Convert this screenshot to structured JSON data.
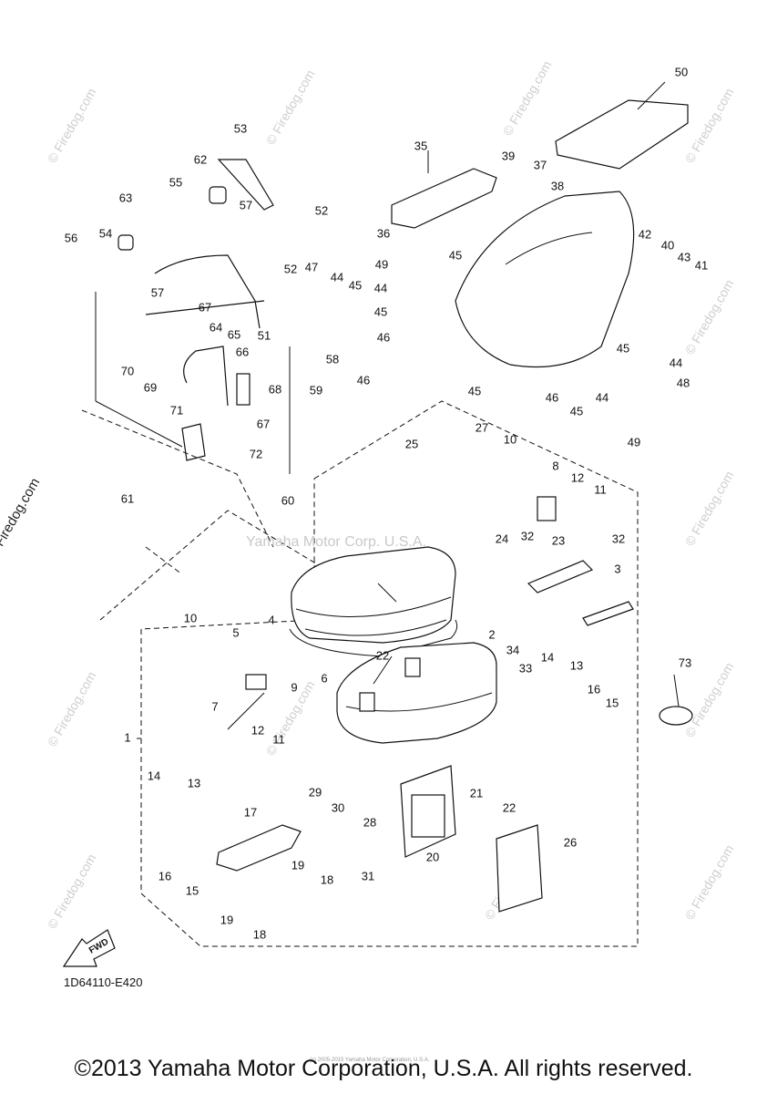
{
  "diagram": {
    "code": "1D64110-E420",
    "fwd_label": "FWD",
    "copyright": "©2013 Yamaha Motor Corporation, U.S.A. All rights reserved.",
    "center_watermark": "Yamaha Motor Corp. U.S.A.",
    "side_watermark": "© Firedog.com",
    "corner_watermark": "© Firedog.com",
    "tiny_note": "(c) 2005-2015 Yamaha Motor Corporation, U.S.A.",
    "callouts": [
      "1",
      "2",
      "3",
      "4",
      "5",
      "6",
      "7",
      "8",
      "9",
      "10",
      "10",
      "11",
      "11",
      "12",
      "12",
      "13",
      "13",
      "14",
      "14",
      "15",
      "15",
      "16",
      "16",
      "17",
      "18",
      "18",
      "19",
      "19",
      "20",
      "21",
      "22",
      "22",
      "23",
      "24",
      "25",
      "26",
      "27",
      "28",
      "29",
      "30",
      "31",
      "32",
      "32",
      "33",
      "34",
      "35",
      "36",
      "37",
      "38",
      "39",
      "40",
      "41",
      "42",
      "43",
      "44",
      "44",
      "44",
      "44",
      "45",
      "45",
      "45",
      "45",
      "45",
      "45",
      "46",
      "46",
      "46",
      "47",
      "48",
      "49",
      "49",
      "50",
      "51",
      "52",
      "52",
      "53",
      "54",
      "55",
      "56",
      "57",
      "57",
      "58",
      "59",
      "60",
      "61",
      "62",
      "63",
      "64",
      "65",
      "66",
      "67",
      "67",
      "68",
      "69",
      "70",
      "71",
      "72",
      "73"
    ]
  }
}
